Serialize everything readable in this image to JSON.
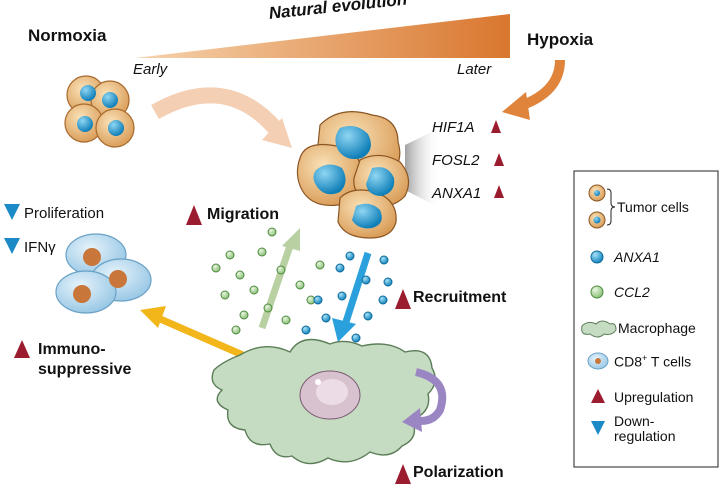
{
  "header": {
    "normoxia": "Normoxia",
    "hypoxia": "Hypoxia",
    "natural_evolution": "Natural evolution",
    "early": "Early",
    "later": "Later"
  },
  "genes": [
    {
      "label": "HIF1A",
      "direction": "up"
    },
    {
      "label": "FOSL2",
      "direction": "up"
    },
    {
      "label": "ANXA1",
      "direction": "up"
    }
  ],
  "processes": {
    "migration": "Migration",
    "recruitment": "Recruitment",
    "polarization": "Polarization",
    "immuno_line1": "Immuno-",
    "immuno_line2": "suppressive",
    "proliferation": "Proliferation",
    "ifn_prefix": "IFN",
    "ifn_symbol": "γ"
  },
  "legend": {
    "tumor_cells": "Tumor cells",
    "anxa1": "ANXA1",
    "ccl2": "CCL2",
    "macrophage": "Macrophage",
    "cd8_prefix": "CD8",
    "cd8_sup": "+",
    "cd8_suffix": " T cells",
    "upregulation": "Upregulation",
    "down_line1": "Down-",
    "down_line2": "regulation"
  },
  "colors": {
    "up_triangle": "#9b1c2e",
    "down_triangle": "#1b8ac7",
    "tumor_fill": "#e8b77a",
    "tumor_nucleus": "#1a9ad0",
    "ccl2_dot": "#b9dba2",
    "anxa1_dot": "#34a9dc",
    "macrophage": "#c5dcc2",
    "tcell": "#b6d8ec",
    "tcell_nucleus": "#c8763a",
    "immuno_arrow": "#f2b51a",
    "polarization_arrow": "#9b86c4",
    "hypoxia_arrow": "#e0843c",
    "evolution_wedge": "#d9772f",
    "migration_arrow": "#b8d0a2",
    "recruitment_arrow": "#2aa0dc"
  }
}
